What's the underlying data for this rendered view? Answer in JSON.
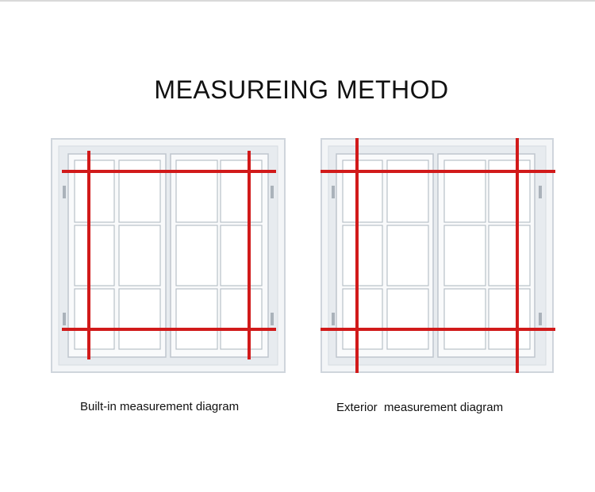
{
  "title": "MEASUREING METHOD",
  "diagrams": [
    {
      "caption": "Built-in measurement diagram",
      "mode": "built-in"
    },
    {
      "caption": "Exterior  measurement diagram",
      "mode": "exterior"
    }
  ],
  "colors": {
    "measure_line": "#d11a1a",
    "frame_fill": "#eef1f4",
    "frame_stroke": "#c9d0d8",
    "glass": "#ffffff"
  }
}
